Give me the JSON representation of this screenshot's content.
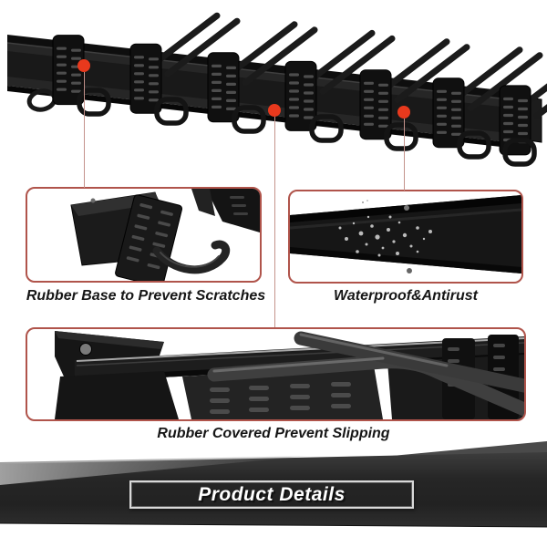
{
  "product_figure": {
    "subject": "wall-mounted tool storage rack with double hooks"
  },
  "callouts": {
    "left": {
      "caption": "Rubber Base to Prevent Scratches"
    },
    "right": {
      "caption": "Waterproof&Antirust"
    },
    "bottom": {
      "caption": "Rubber Covered Prevent Slipping"
    }
  },
  "banner": {
    "title": "Product Details"
  },
  "colors": {
    "callout_dot": "#e8391d",
    "inset_border": "#b0544b",
    "connector_line": "#c4938c",
    "caption_text": "#161616",
    "banner_background": "#2b2b2b",
    "banner_title_text": "#ffffff"
  }
}
